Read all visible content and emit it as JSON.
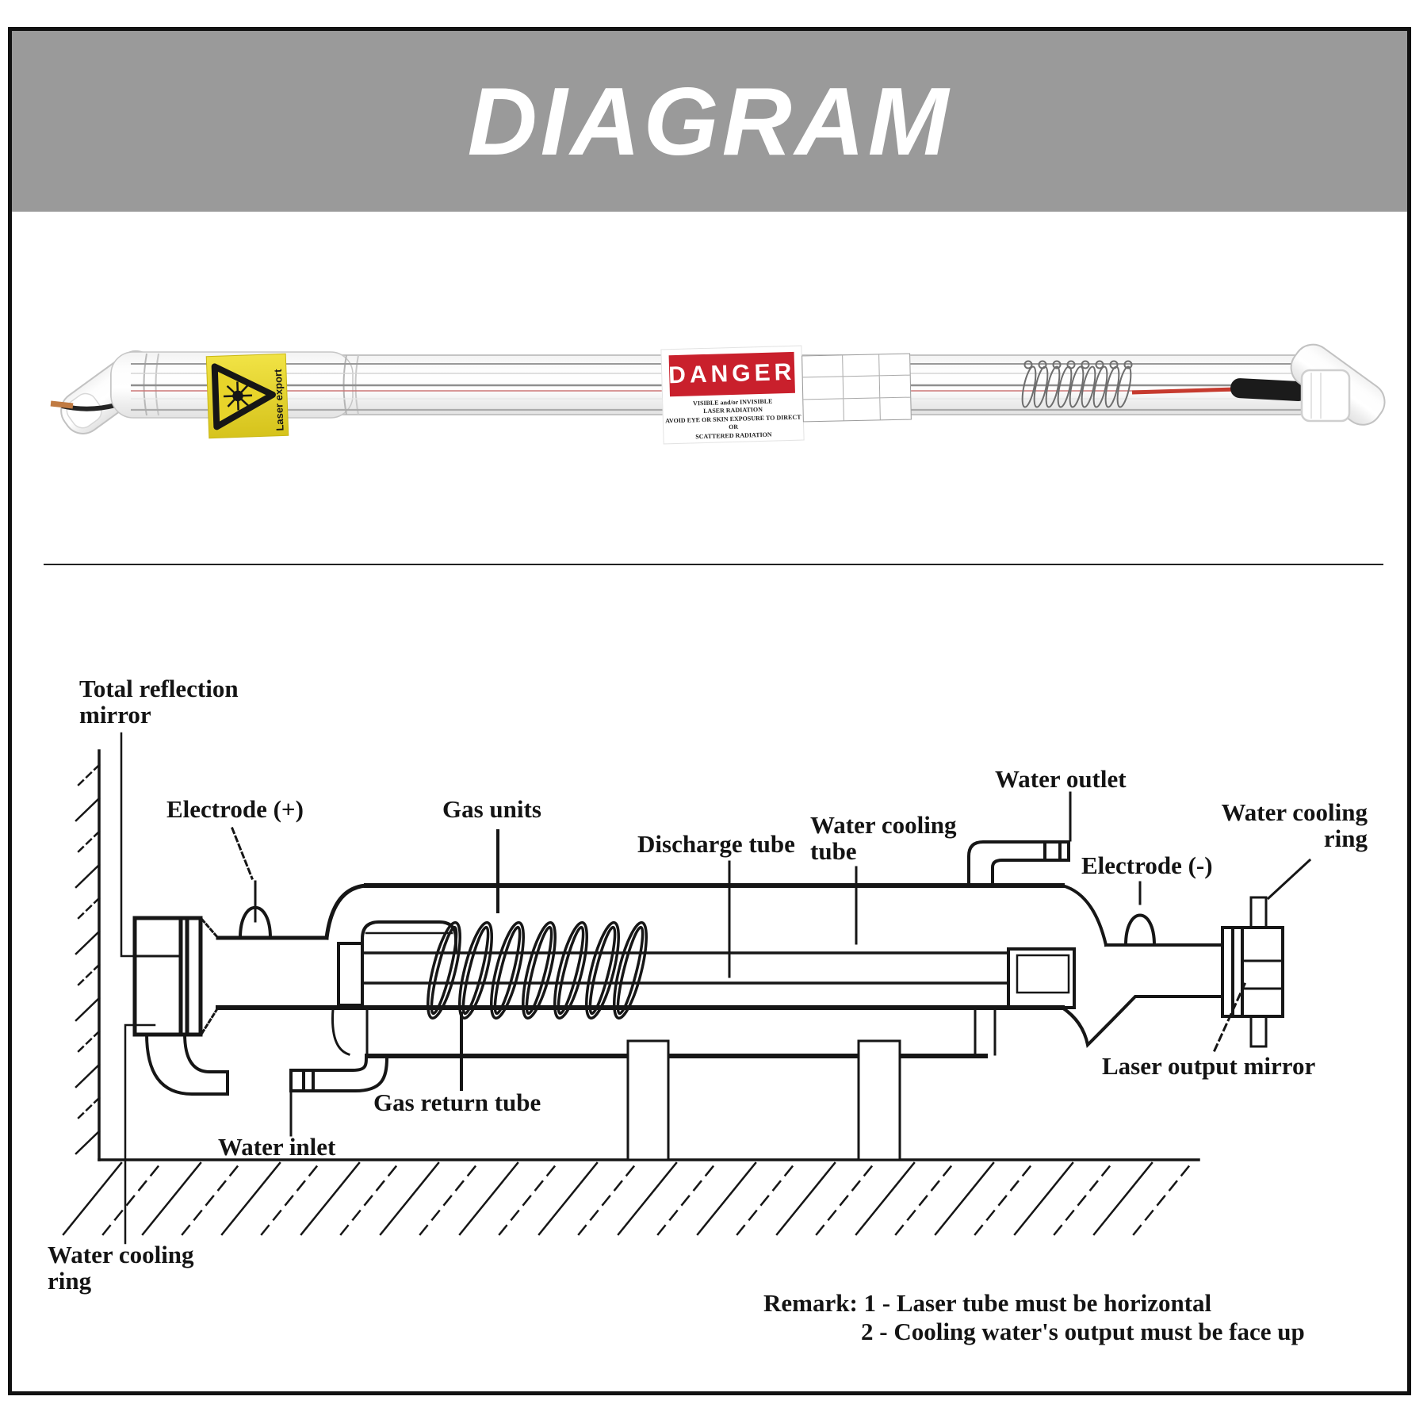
{
  "header": {
    "title": "DIAGRAM"
  },
  "photo": {
    "warning_label_text": "Laser export",
    "danger": {
      "title": "DANGER",
      "line1": "VISIBLE and/or INVISIBLE",
      "line2": "LASER RADIATION",
      "line3": "AVOID EYE OR SKIN EXPOSURE TO DIRECT OR",
      "line4": "SCATTERED RADIATION"
    }
  },
  "diagram": {
    "labels": {
      "total_reflection_mirror_1": "Total reflection",
      "total_reflection_mirror_2": "mirror",
      "electrode_plus": "Electrode (+)",
      "gas_units": "Gas units",
      "discharge_tube": "Discharge tube",
      "water_cooling_tube_1": "Water cooling",
      "water_cooling_tube_2": "tube",
      "water_outlet": "Water outlet",
      "electrode_minus": "Electrode (-)",
      "water_cooling_ring_right_1": "Water cooling",
      "water_cooling_ring_right_2": "ring",
      "laser_output_mirror": "Laser output mirror",
      "gas_return_tube": "Gas return tube",
      "water_inlet": "Water inlet",
      "water_cooling_ring_left_1": "Water cooling",
      "water_cooling_ring_left_2": "ring"
    },
    "remark": {
      "line1": "Remark: 1 - Laser tube must be horizontal",
      "line2": "2 - Cooling water's output must be face up"
    }
  },
  "colors": {
    "header_band": "#9a9a9a",
    "danger_red": "#c9202c",
    "warning_yellow": "#e8d42a"
  }
}
